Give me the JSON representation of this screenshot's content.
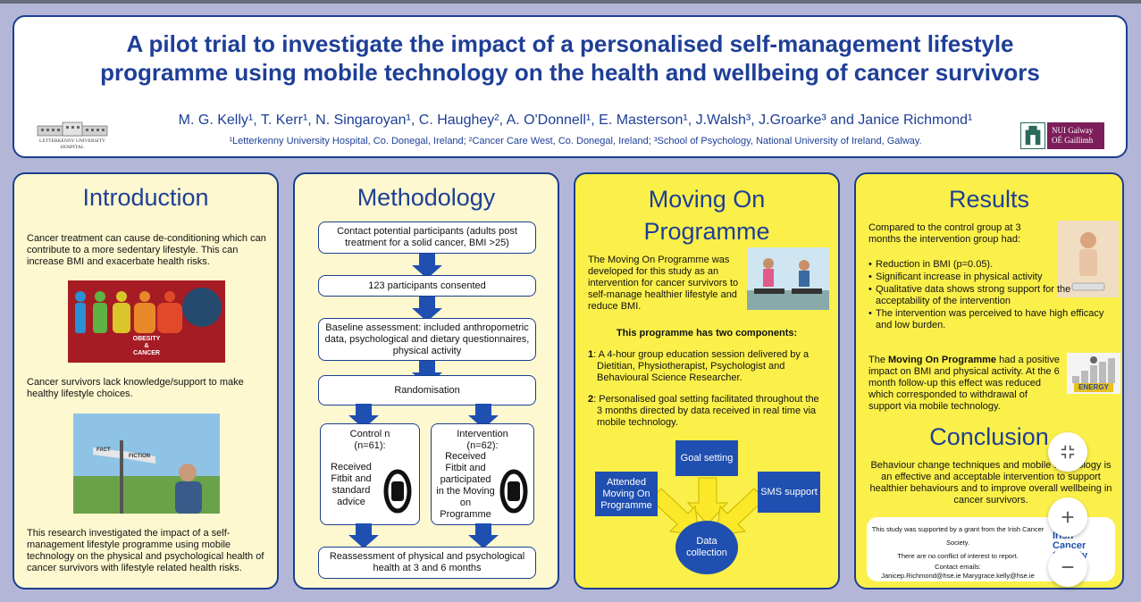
{
  "header": {
    "title_line1": "A pilot trial to investigate the impact of a personalised self-management lifestyle",
    "title_line2": "programme using mobile technology on the health and wellbeing of cancer survivors",
    "authors": "M. G. Kelly¹, T. Kerr¹, N. Singaroyan¹, C. Haughey², A. O'Donnell¹, E. Masterson¹, J.Walsh³, J.Groarke³ and Janice Richmond¹",
    "affiliations": "¹Letterkenny University Hospital, Co. Donegal, Ireland; ²Cancer Care West, Co. Donegal, Ireland; ³School of Psychology, National University of Ireland, Galway.",
    "logo_left_text1": "LETTERKENNY UNIVERSITY",
    "logo_left_text2": "HOSPITAL",
    "logo_right_line1": "NUI Galway",
    "logo_right_line2": "OÉ Gaillimh"
  },
  "introduction": {
    "title": "Introduction",
    "p1": "Cancer treatment can cause de-conditioning which can contribute to a more sedentary lifestyle. This can increase BMI and exacerbate health risks.",
    "img1_line1": "OBESITY",
    "img1_line2": "&",
    "img1_line3": "CANCER",
    "p2": "Cancer survivors lack knowledge/support to make healthy lifestyle choices.",
    "sign1": "FACT",
    "sign2": "FICTION",
    "p3": "This research investigated the impact of a self-management lifestyle programme using mobile technology on the physical and psychological health of cancer survivors with lifestyle related health risks."
  },
  "methodology": {
    "title": "Methodology",
    "step1": "Contact potential participants (adults post treatment for a solid cancer, BMI >25)",
    "step2": "123 participants consented",
    "step3": "Baseline assessment: included anthropometric data, psychological and dietary questionnaires, physical activity",
    "step4": "Randomisation",
    "control_title": "Control n (n=61):",
    "control_text": "Received Fitbit and standard advice",
    "intervention_title": "Intervention (n=62):",
    "intervention_text": "Received Fitbit and participated in the Moving on Programme",
    "step5": "Reassessment of physical and psychological health at 3 and 6 months"
  },
  "moving_on": {
    "title_line1": "Moving On",
    "title_line2": "Programme",
    "p1": "The Moving On Programme was developed for this study as an intervention for cancer survivors to self-manage healthier lifestyle and reduce BMI.",
    "components_heading": "This programme has two components:",
    "c1_num": "1",
    "c1_text": ": A 4-hour group education session delivered by a Dietitian, Physiotherapist, Psychologist and Behavioural Science Researcher.",
    "c2_num": "2",
    "c2_text": ": Personalised goal setting facilitated throughout the 3 months directed by data received in real time via mobile technology.",
    "box_goal": "Goal setting",
    "box_attended": "Attended Moving On Programme",
    "box_sms": "SMS support",
    "circle_data": "Data collection"
  },
  "results": {
    "title": "Results",
    "intro": "Compared to the control group at 3 months the intervention group had:",
    "bullets": [
      "Reduction in BMI (p=0.05).",
      "Significant increase in physical activity",
      "Qualitative data shows strong support for the acceptability of the intervention",
      "The intervention was perceived to have high efficacy and low burden."
    ],
    "impact_pre": "The ",
    "impact_bold": "Moving On Programme",
    "impact_post": " had a positive impact on BMI and physical activity. At the 6 month follow-up this effect was reduced which corresponded to withdrawal of support via mobile technology.",
    "energy_label": "ENERGY",
    "conclusion_title": "Conclusion",
    "conclusion_text": "Behaviour change techniques and mobile technology is an effective and acceptable intervention to support healthier behaviours and to improve overall wellbeing in cancer survivors.",
    "footer_line1": "This study was supported by a grant from the Irish Cancer Society.",
    "footer_line2": "There are no conflict of interest to report.",
    "footer_line3": "Contact emails:",
    "footer_line4": "Janicep.Richmond@hse.ie    Marygrace.kelly@hse.ie",
    "ics_logo_line1": "Irish",
    "ics_logo_line2": "Cancer",
    "ics_logo_line3": "Society"
  },
  "controls": {
    "collapse_icon": "collapse-icon",
    "zoom_in_icon": "zoom-in-icon",
    "zoom_out_icon": "zoom-out-icon"
  },
  "colors": {
    "accent": "#1e3f97",
    "panel_cream": "#fdf8cf",
    "panel_yellow": "#fbf04a",
    "arrow_blue": "#1f4fb0",
    "background": "#b4b6d8"
  }
}
